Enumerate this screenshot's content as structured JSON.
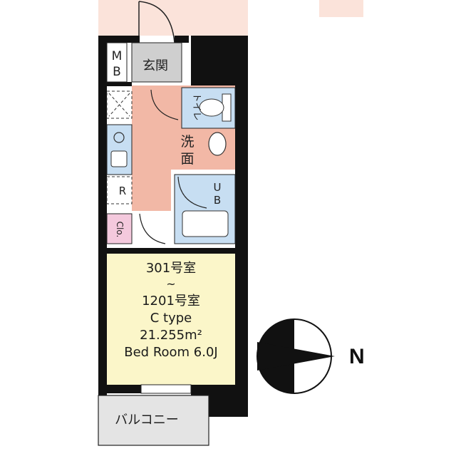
{
  "rooms": {
    "entrance": "玄関",
    "meter_box": [
      "M",
      "B"
    ],
    "toilet": "トイレ",
    "washroom": [
      "洗",
      "面"
    ],
    "unit_bath": [
      "U",
      "B"
    ],
    "fridge": "R",
    "closet": "Clo.",
    "balcony": "バルコニー"
  },
  "main_room": {
    "room_range_start": "301号室",
    "range_mark": "~",
    "room_range_end": "1201号室",
    "type": "C type",
    "area": "21.255m²",
    "bedroom": "Bed Room 6.0J"
  },
  "compass": {
    "label": "N"
  },
  "colors": {
    "wall": "#111111",
    "entry_floor": "#f2b8a6",
    "wet_floor": "#c7def2",
    "bed_floor": "#fbf6c9",
    "closet_floor": "#f4c9dd",
    "grey_floor": "#cfcfcf",
    "balcony_floor": "#e4e4e4",
    "exterior": "#fbe3da"
  }
}
